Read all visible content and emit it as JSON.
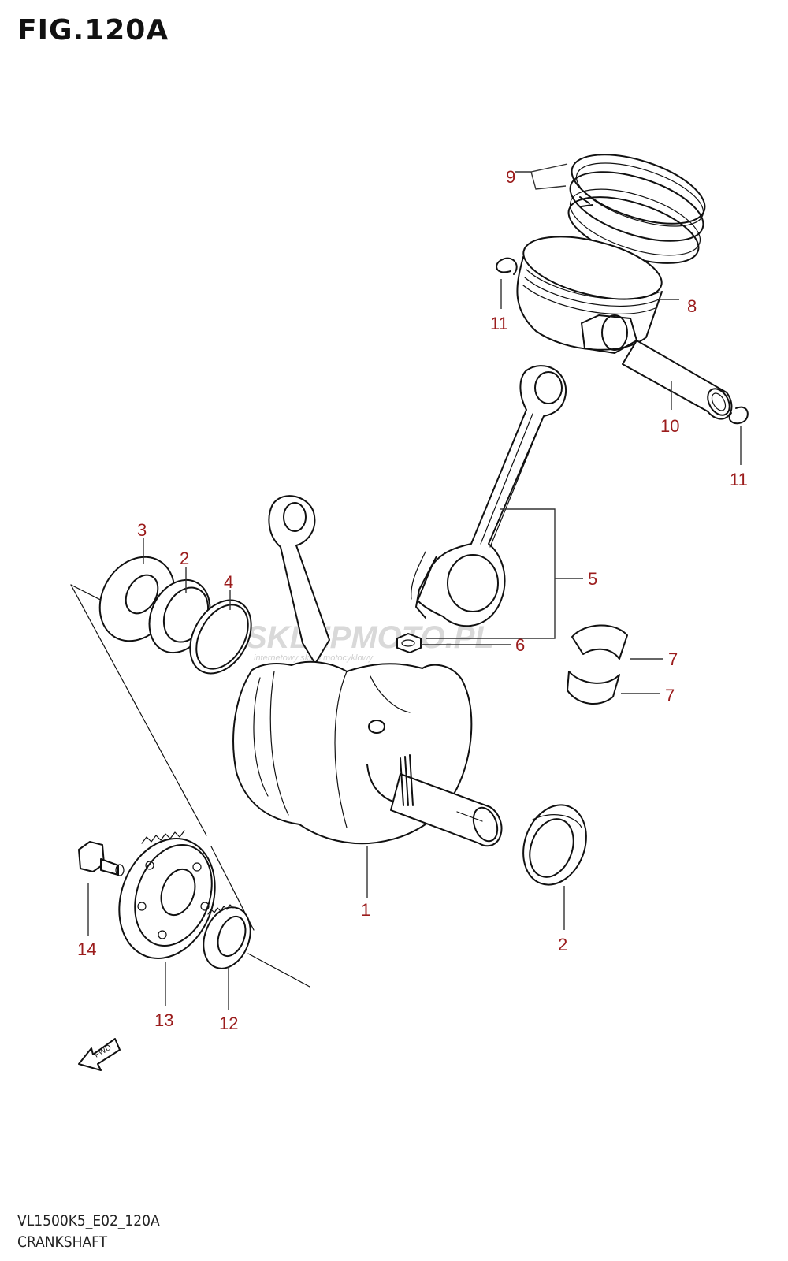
{
  "figure": {
    "title": "FIG.120A",
    "model_code": "VL1500K5_E02_120A",
    "section_name": "CRANKSHAFT"
  },
  "watermark": {
    "text": "SKLEPMOTO.PL",
    "subtext": "internetowy sklep motocyklowy",
    "brand_letters": "MOTO",
    "brand_color": "#e05050"
  },
  "direction_label": "FWD",
  "callouts": [
    {
      "id": "c9",
      "number": "9"
    },
    {
      "id": "c8",
      "number": "8"
    },
    {
      "id": "c11a",
      "number": "11"
    },
    {
      "id": "c10",
      "number": "10"
    },
    {
      "id": "c11b",
      "number": "11"
    },
    {
      "id": "c3",
      "number": "3"
    },
    {
      "id": "c2a",
      "number": "2"
    },
    {
      "id": "c4",
      "number": "4"
    },
    {
      "id": "c5",
      "number": "5"
    },
    {
      "id": "c6",
      "number": "6"
    },
    {
      "id": "c7a",
      "number": "7"
    },
    {
      "id": "c7b",
      "number": "7"
    },
    {
      "id": "c1",
      "number": "1"
    },
    {
      "id": "c2b",
      "number": "2"
    },
    {
      "id": "c14",
      "number": "14"
    },
    {
      "id": "c13",
      "number": "13"
    },
    {
      "id": "c12",
      "number": "12"
    }
  ],
  "colors": {
    "callout_text": "#9b1c1c",
    "line_art": "#111111"
  }
}
